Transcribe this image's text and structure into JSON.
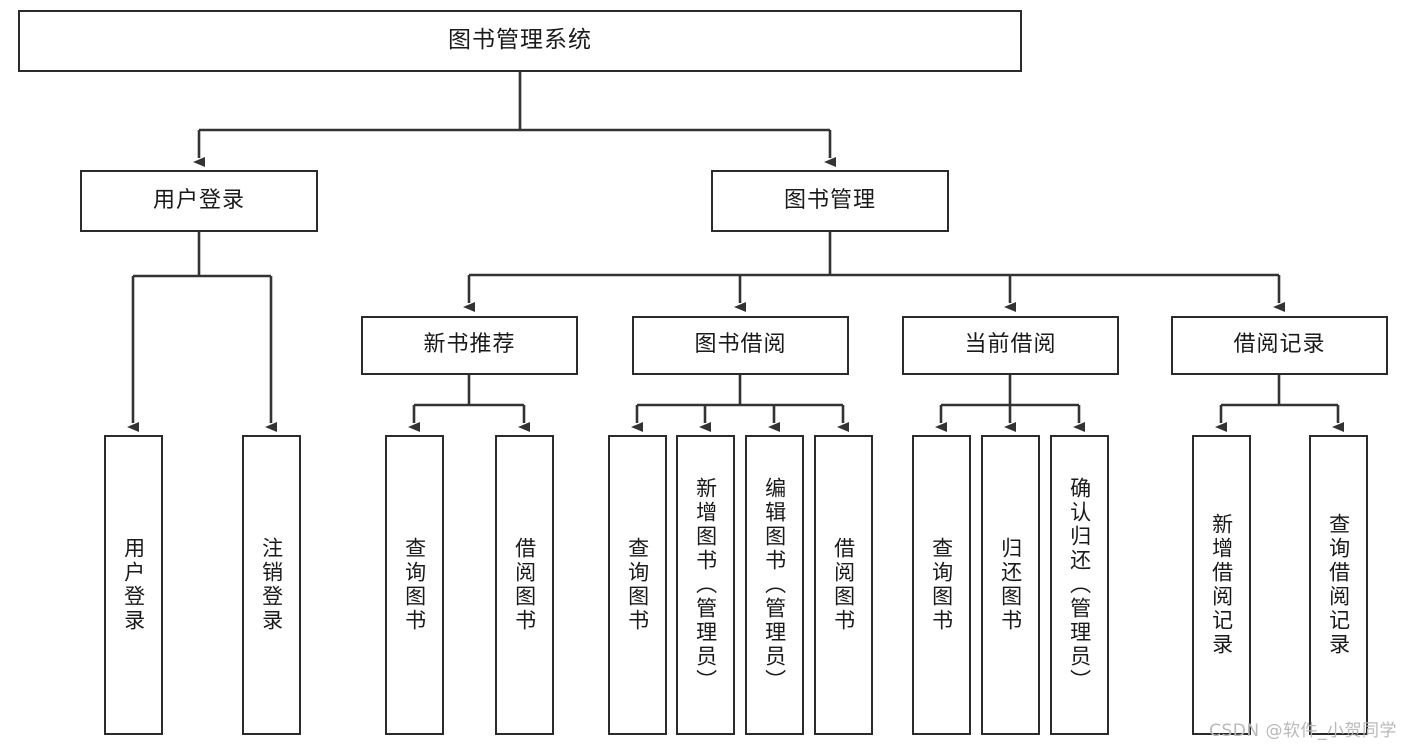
{
  "diagram": {
    "title": "图书管理系统",
    "type": "tree-hierarchy-diagram",
    "colors": {
      "box_border": "#2b2b2b",
      "box_fill": "#ffffff",
      "connector": "#333333",
      "text": "#1a1a1a",
      "watermark": "#b9b9b9",
      "background": "#ffffff"
    },
    "root": {
      "label": "图书管理系统"
    },
    "level2": [
      {
        "label": "用户登录"
      },
      {
        "label": "图书管理"
      }
    ],
    "level3": [
      {
        "label": "新书推荐"
      },
      {
        "label": "图书借阅"
      },
      {
        "label": "当前借阅"
      },
      {
        "label": "借阅记录"
      }
    ],
    "leaves": {
      "user_login": [
        {
          "label": "用户登录"
        },
        {
          "label": "注销登录"
        }
      ],
      "new_book_recommend": [
        {
          "label": "查询图书"
        },
        {
          "label": "借阅图书"
        }
      ],
      "book_borrow": [
        {
          "label": "查询图书"
        },
        {
          "label": "新增图书（管理员）"
        },
        {
          "label": "编辑图书（管理员）"
        },
        {
          "label": "借阅图书"
        }
      ],
      "current_borrow": [
        {
          "label": "查询图书"
        },
        {
          "label": "归还图书"
        },
        {
          "label": "确认归还（管理员）"
        }
      ],
      "borrow_record": [
        {
          "label": "新增借阅记录"
        },
        {
          "label": "查询借阅记录"
        }
      ]
    },
    "watermark": "CSDN @软件_小贺同学"
  }
}
